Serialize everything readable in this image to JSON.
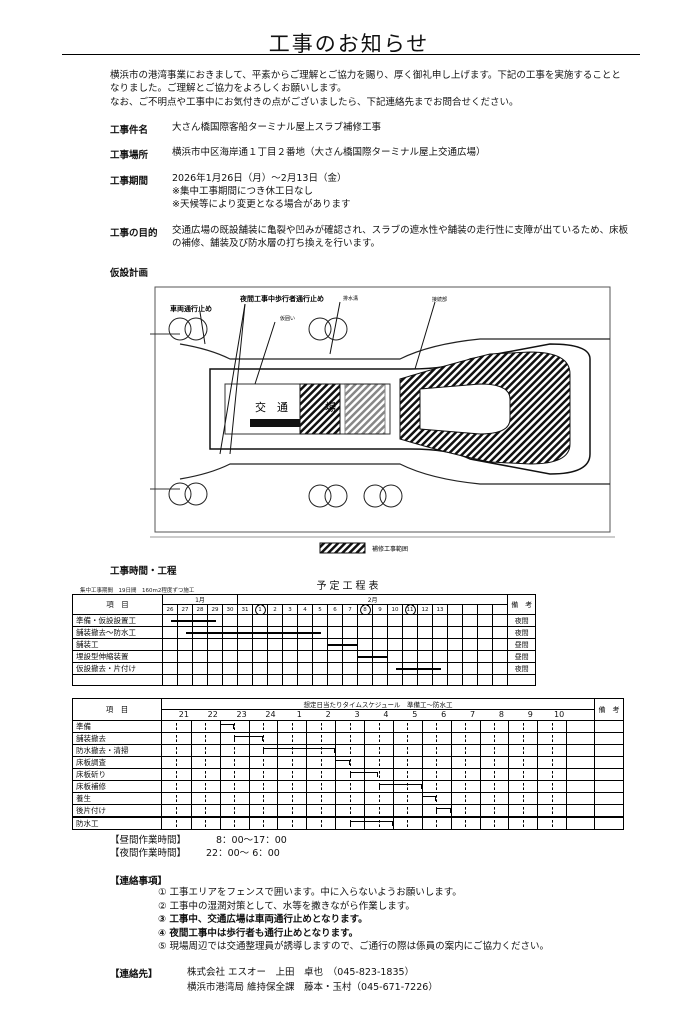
{
  "title": "工事のお知らせ",
  "intro": [
    "横浜市の港湾事業におきまして、平素からご理解とご協力を賜り、厚く御礼申し上げます。下記の工事を実施することと",
    "なりました。ご理解とご協力をよろしくお願いします。",
    "なお、ご不明点や工事中にお気付きの点がございましたら、下記連絡先までお問合せください。"
  ],
  "details": {
    "name_label": "工事件名",
    "name": "大さん橋国際客船ターミナル屋上スラブ補修工事",
    "place_label": "工事場所",
    "place": "横浜市中区海岸通１丁目２番地（大さん橋国際ターミナル屋上交通広場）",
    "period_label": "工事期間",
    "period": [
      "2026年1月26日（月）～2月13日（金）",
      "※集中工事期間につき休工日なし",
      "※天候等により変更となる場合があります"
    ],
    "purpose_label": "工事の目的",
    "purpose": [
      "交通広場の既設舗装に亀裂や凹みが確認され、スラブの遮水性や舗装の走行性に支障が出ているため、床板",
      "の補修、舗装及び防水層の打ち換えを行います。"
    ]
  },
  "plan": {
    "heading": "仮設計画",
    "labels": {
      "vehicle_stop": "車両通行止め",
      "night_ped_stop": "夜間工事中歩行者通行止め",
      "drain": "排水溝",
      "fence": "仮囲い",
      "joint": "接続部",
      "traffic": "交　通",
      "plaza": "場"
    },
    "legend": "補修工事範囲"
  },
  "schedule": {
    "heading": "工事時間・工程",
    "title": "予定工程表",
    "note": "集中工事期間　19日間　160m2程度ずつ施工",
    "item_header": "項　目",
    "remarks_header": "備　考",
    "month1": "1月",
    "month2": "2月",
    "days": [
      "26",
      "27",
      "28",
      "29",
      "30",
      "31",
      "1",
      "2",
      "3",
      "4",
      "5",
      "6",
      "7",
      "8",
      "9",
      "10",
      "11",
      "12",
      "13",
      "",
      "",
      "",
      ""
    ],
    "circled": [
      "1",
      "8",
      "11"
    ],
    "rows": [
      {
        "item": "準備・仮設設置工",
        "remark": "夜間",
        "start": 0.5,
        "end": 3.5
      },
      {
        "item": "舗装撤去～防水工",
        "remark": "夜間",
        "start": 1.5,
        "end": 10.5
      },
      {
        "item": "舗装工",
        "remark": "昼間",
        "start": 11,
        "end": 13
      },
      {
        "item": "埋設型伸縮装置",
        "remark": "昼間",
        "start": 13,
        "end": 15
      },
      {
        "item": "仮設撤去・片付け",
        "remark": "夜間",
        "start": 15.5,
        "end": 18.5
      },
      {
        "item": "",
        "remark": "",
        "start": null,
        "end": null
      }
    ]
  },
  "timeline": {
    "title": "想定日当たりタイムスケジュール　準備工～防水工",
    "item_header": "項　目",
    "remarks_header": "備　考",
    "hours": [
      "21",
      "22",
      "23",
      "24",
      "1",
      "2",
      "3",
      "4",
      "5",
      "6",
      "7",
      "8",
      "9",
      "10"
    ],
    "axis_start": 20,
    "axis_end": 35,
    "rows": [
      {
        "item": "準備",
        "start": 22,
        "end": 22.5
      },
      {
        "item": "舗装撤去",
        "start": 22.5,
        "end": 23.5
      },
      {
        "item": "防水撤去・清掃",
        "start": 23.5,
        "end": 26
      },
      {
        "item": "床板調査",
        "start": 26,
        "end": 26.5
      },
      {
        "item": "床板斫り",
        "start": 26.5,
        "end": 27.5
      },
      {
        "item": "床板補修",
        "start": 27.5,
        "end": 29
      },
      {
        "item": "養生",
        "start": 29,
        "end": 29.5
      },
      {
        "item": "後片付け",
        "start": 29.5,
        "end": 30
      },
      {
        "item": "防水工",
        "start": 26.5,
        "end": 28
      }
    ]
  },
  "hours_info": {
    "day_label": "【昼間作業時間】",
    "day": "8：00～17：00",
    "night_label": "【夜間作業時間】",
    "night": "22：00～ 6：00"
  },
  "notices": {
    "heading": "【連絡事項】",
    "items": [
      "① 工事エリアをフェンスで囲います。中に入らないようお願いします。",
      "② 工事中の湿潤対策として、水等を撒きながら作業します。",
      "③ 工事中、交通広場は車両通行止めとなります。",
      "④ 夜間工事中は歩行者も通行止めとなります。",
      "⑤ 現場周辺では交通整理員が誘導しますので、ご通行の際は係員の案内にご協力ください。"
    ]
  },
  "contact": {
    "heading": "【連絡先】",
    "lines": [
      "株式会社 エスオー　上田　卓也　（045-823-1835）",
      "横浜市港湾局 維持保全課　藤本・玉村（045-671-7226）"
    ]
  }
}
